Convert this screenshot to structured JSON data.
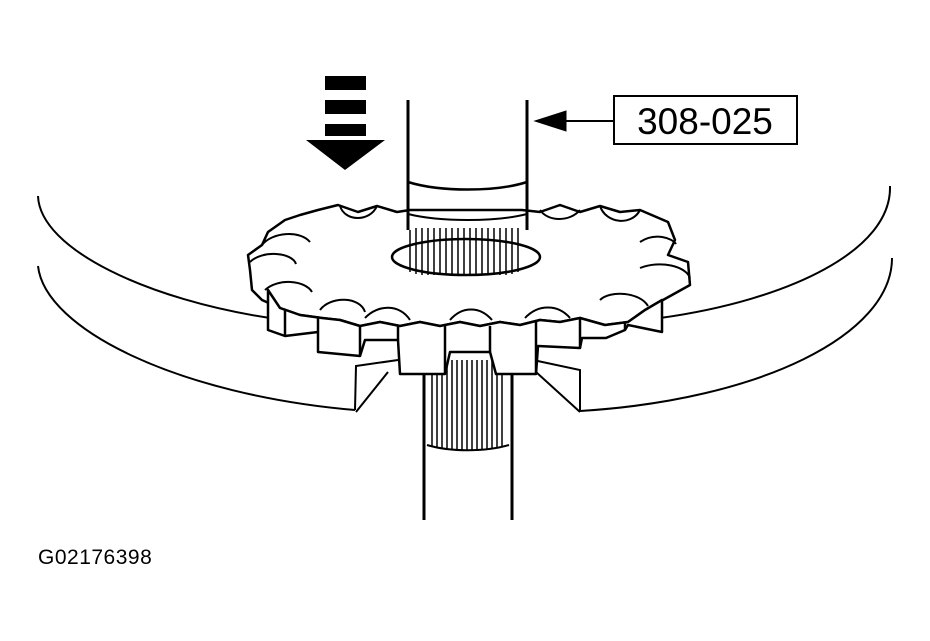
{
  "diagram": {
    "tool_label": "308-025",
    "figure_id": "G02176398",
    "line_color": "#000000",
    "background_color": "#ffffff",
    "gear_teeth": 15
  }
}
